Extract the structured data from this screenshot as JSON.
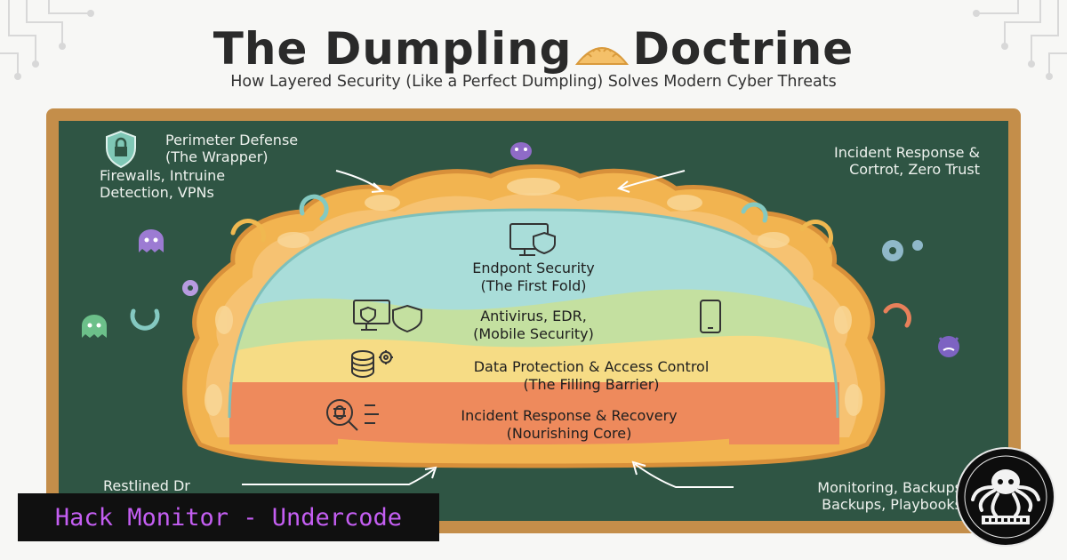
{
  "title_left": "The Dumpling",
  "title_right": "Doctrine",
  "subtitle": "How Layered Security (Like a Perfect Dumpling) Solves Modern Cyber Threats",
  "labels": {
    "perimeter_title_1": "Perimeter Defense",
    "perimeter_title_2": "(The Wrapper)",
    "perimeter_desc_1": "Firewalls, Intruine",
    "perimeter_desc_2": "Detection, VPNs",
    "incident_top_1": "Incident Response &",
    "incident_top_2": "Cortrot, Zero Trust",
    "restlined": "Restlined Dr",
    "monitoring_1": "Monitoring, Backups",
    "monitoring_2": "Backups, Playbooks"
  },
  "layers": {
    "endpoint_1": "Endpont Security",
    "endpoint_2": "(The First Fold)",
    "antivirus_1": "Antivirus, EDR,",
    "antivirus_2": "(Mobile Security)",
    "data_1": "Data Protection & Access Control",
    "data_2": "(The Filling Barrier)",
    "recovery_1": "Incident Response & Recovery",
    "recovery_2": "(Nourishing Core)"
  },
  "brand": "Hack Monitor - Undercode",
  "colors": {
    "board": "#2f5544",
    "frame": "#c48e4a",
    "wrapper": "#f2b450",
    "endpoint": "#a9ddd9",
    "antivirus": "#c4e0a0",
    "data": "#f6dc85",
    "recovery": "#ee8a5c",
    "brand_text": "#c45ef2"
  },
  "icons": [
    "shield-lock-icon",
    "monitor-shield-icon",
    "monitor-shield-icon",
    "phone-icon",
    "database-gear-icon",
    "bug-magnifier-icon",
    "ghost-icon",
    "gear-icon",
    "arrow-icon",
    "octopus-logo"
  ]
}
